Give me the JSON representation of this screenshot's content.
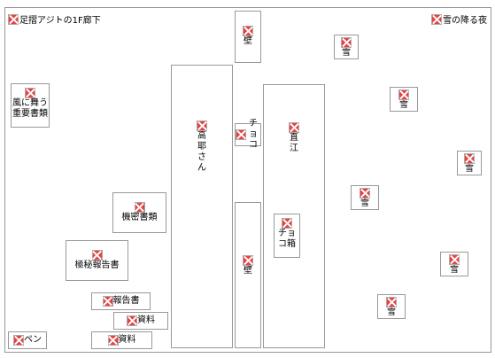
{
  "map": {
    "title": "足摺アジトの1F廊下",
    "top_right_label": "雪の降る夜",
    "pen": "ペン",
    "wall": "壁",
    "choco": "チョコ",
    "takaya": "高耶さん",
    "naoe": "直江",
    "choco_box": "チョコ箱",
    "wind_docs": "風に舞う重要書類",
    "secret_docs": "機密書類",
    "top_secret_report": "極秘報告書",
    "report": "報告書",
    "material": "資料",
    "snow": "雪"
  },
  "icons": {
    "broken_image": "broken-image-icon"
  }
}
